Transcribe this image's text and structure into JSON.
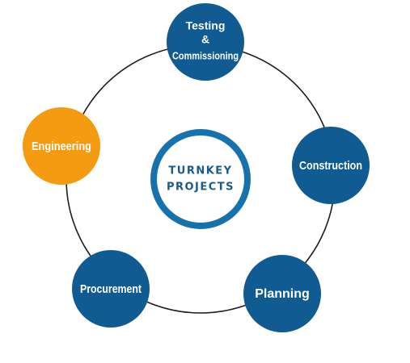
{
  "center": {
    "line1": "TURNKEY",
    "line2": "PROJECTS"
  },
  "nodes": {
    "testing": {
      "line1": "Testing",
      "line2": "&",
      "line3": "Commissioning"
    },
    "construction": {
      "label": "Construction"
    },
    "planning": {
      "label": "Planning"
    },
    "procurement": {
      "label": "Procurement"
    },
    "engineering": {
      "label": "Engineering"
    }
  },
  "colors": {
    "node_blue": "#0f5b92",
    "highlight_orange": "#f49b12",
    "ring_stroke": "#1e1e1e",
    "center_ring": "#1672ad",
    "center_text": "#1a5a8a"
  }
}
